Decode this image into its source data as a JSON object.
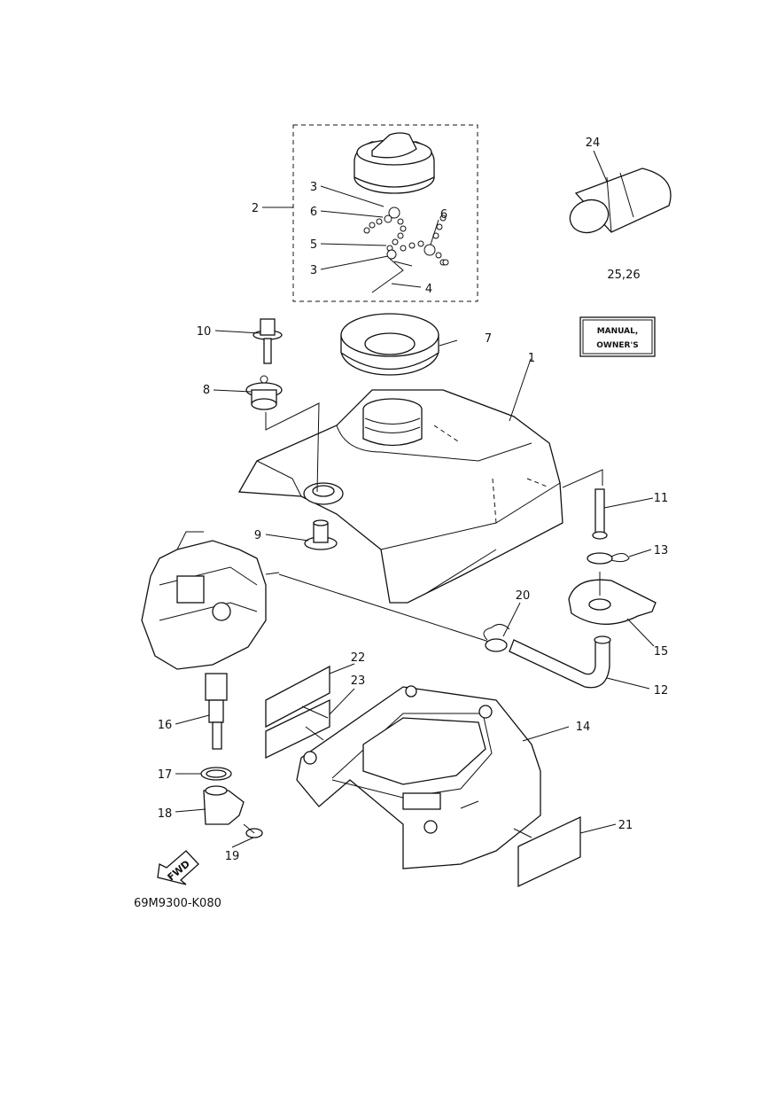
{
  "labels": {
    "p1": "1",
    "p2": "2",
    "p3a": "3",
    "p3b": "3",
    "p4": "4",
    "p5": "5",
    "p6a": "6",
    "p6b": "6",
    "p7": "7",
    "p8": "8",
    "p9": "9",
    "p10": "10",
    "p11": "11",
    "p12": "12",
    "p13": "13",
    "p14": "14",
    "p15": "15",
    "p16": "16",
    "p17": "17",
    "p18": "18",
    "p19": "19",
    "p20": "20",
    "p21": "21",
    "p22": "22",
    "p23": "23",
    "p24": "24",
    "p2526": "25,26"
  },
  "manual_plate": {
    "line1": "MANUAL,",
    "line2": "OWNER'S"
  },
  "fwd_arrow": {
    "text": "FWD"
  },
  "diagram_code": "69M9300-K080"
}
